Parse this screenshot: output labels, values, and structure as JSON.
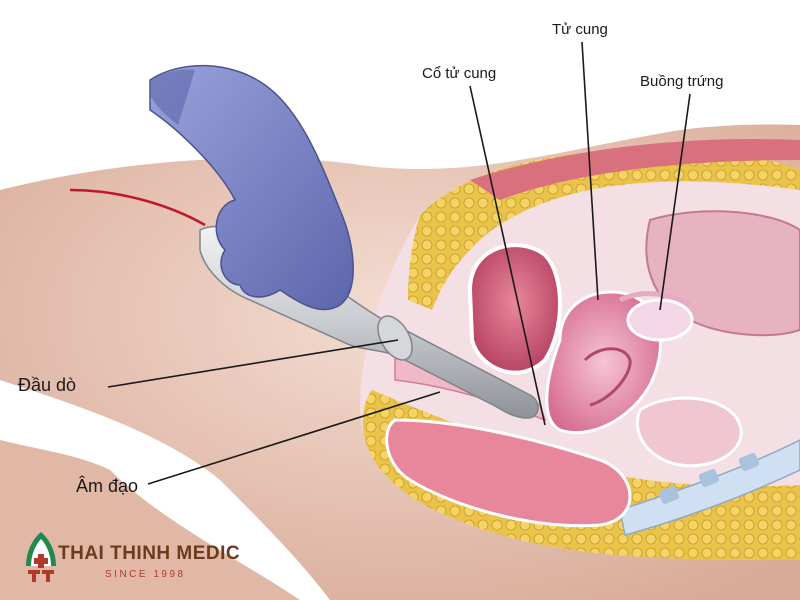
{
  "labels": {
    "tu_cung": "Tử cung",
    "co_tu_cung": "Cổ tử cung",
    "buong_trung": "Buồng trứng",
    "dau_do": "Đầu dò",
    "am_dao": "Âm đạo"
  },
  "brand": {
    "name": "THAI THINH MEDIC",
    "since": "SINCE 1998",
    "primary_color": "#6e3a1e",
    "accent_color": "#b23a2a",
    "logo_green": "#1f8a4c"
  },
  "colors": {
    "glove": "#7d86c8",
    "fat": "#e9c34a",
    "tissue": "#e48aa6",
    "skin": "#e8c4b4"
  }
}
